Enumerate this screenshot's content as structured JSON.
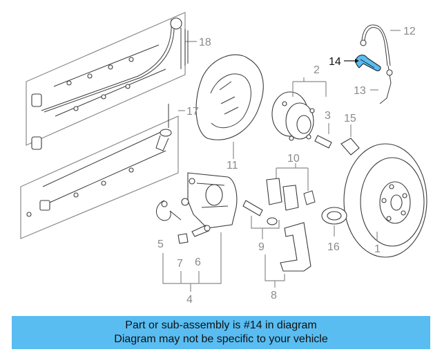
{
  "callouts": [
    "1",
    "2",
    "3",
    "4",
    "5",
    "6",
    "7",
    "8",
    "9",
    "10",
    "11",
    "12",
    "13",
    "14",
    "15",
    "16",
    "17",
    "18"
  ],
  "highlighted_part": "14",
  "highlight_color": "#59bdf2",
  "banner": {
    "line1": "Part or sub-assembly is #14 in diagram",
    "line2": "Diagram may not be specific to your vehicle"
  }
}
